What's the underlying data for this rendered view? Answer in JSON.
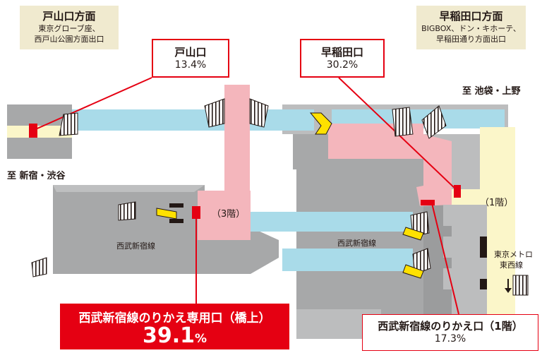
{
  "headers": {
    "toyama": {
      "title": "戸山口方面",
      "sub1": "東京グローブ座、",
      "sub2": "西戸山公園方面出口"
    },
    "waseda": {
      "title": "早稲田口方面",
      "sub1": "BIGBOX、ドン・キホーテ、",
      "sub2": "早稲田通り方面出口"
    }
  },
  "exits": {
    "toyama": {
      "name": "戸山口",
      "share": "13.4%"
    },
    "waseda": {
      "name": "早稲田口",
      "share": "30.2%"
    },
    "seibu_transfer_bridge": {
      "name": "西武新宿線のりかえ専用口（橋上）",
      "share_value": "39.1",
      "share_unit": "%"
    },
    "seibu_transfer_1f": {
      "name": "西武新宿線のりかえ口（1階）",
      "share": "17.3%"
    }
  },
  "directions": {
    "ikebukuro": "至 池袋・上野",
    "shinjuku": "至 新宿・渋谷"
  },
  "labels": {
    "floor3": "（3階）",
    "floor1": "（1階）",
    "seibu_left": "西武新宿線",
    "seibu_mid": "西武新宿線",
    "tozai_1": "東京メトロ",
    "tozai_2": "東西線"
  },
  "colors": {
    "concourse_pink": "#f4b6bc",
    "platform_blue": "#a9dbe9",
    "building_grey": "#a7a8a9",
    "light_grey": "#d7d8d9",
    "cream": "#fbf6c9",
    "accent_red": "#e50012",
    "escalator_yellow": "#ffe100"
  }
}
